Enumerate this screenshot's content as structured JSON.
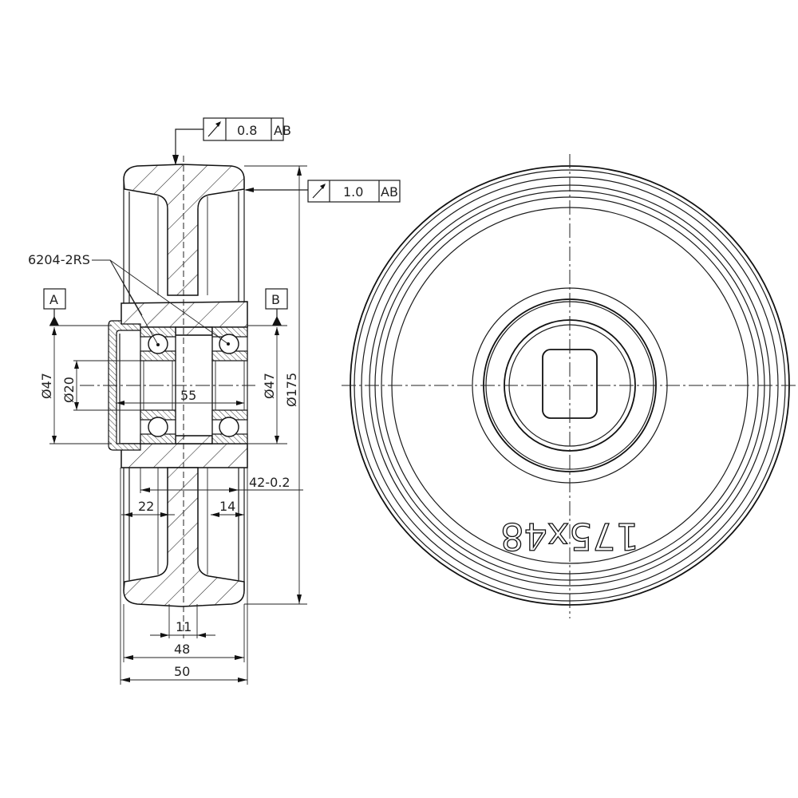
{
  "drawing": {
    "type": "technical-drawing",
    "subject": "wheel with ball bearings, section view and front view"
  },
  "tolerance_frames": [
    {
      "symbol": "circular-runout-icon",
      "value": "0.8",
      "datum": "AB"
    },
    {
      "symbol": "circular-runout-icon",
      "value": "1.0",
      "datum": "AB"
    }
  ],
  "datums": {
    "a": "A",
    "b": "B"
  },
  "bearing_label": "6204-2RS",
  "dimensions": {
    "dia_47_left": "Ø47",
    "dia_20": "Ø20",
    "dia_47_right": "Ø47",
    "dia_175": "Ø175",
    "len_55": "55",
    "len_42": "42-0.2",
    "len_22": "22",
    "len_14": "14",
    "len_11": "11",
    "len_48": "48",
    "len_50": "50"
  },
  "front_view": {
    "embossed_text": "175x48"
  }
}
